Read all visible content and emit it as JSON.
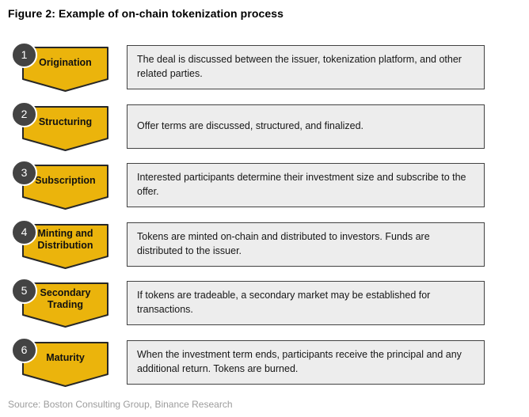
{
  "figure": {
    "title": "Figure 2: Example of on-chain tokenization process",
    "source": "Source: Boston Consulting Group, Binance Research"
  },
  "steps": [
    {
      "number": "1",
      "label": "Origination",
      "description": "The deal is discussed between the issuer, tokenization platform, and other related parties."
    },
    {
      "number": "2",
      "label": "Structuring",
      "description": "Offer terms are discussed, structured, and finalized."
    },
    {
      "number": "3",
      "label": "Subscription",
      "description": "Interested participants determine their investment size and subscribe to the offer."
    },
    {
      "number": "4",
      "label": "Minting and Distribution",
      "description": "Tokens are minted on-chain and distributed to investors. Funds are distributed to the issuer."
    },
    {
      "number": "5",
      "label": "Secondary Trading",
      "description": "If tokens are tradeable, a secondary market may be established for transactions."
    },
    {
      "number": "6",
      "label": "Maturity",
      "description": "When the investment term ends, participants receive the principal and any additional return. Tokens are burned."
    }
  ],
  "colors": {
    "accent": "#EBB40C",
    "arrow-border": "#272727",
    "badge-bg": "#434343",
    "badge-text": "#FFFFFF",
    "box-bg": "#EDEDED",
    "box-border": "#424242",
    "text-dark": "#161616",
    "source-text": "#9C9C9C"
  }
}
